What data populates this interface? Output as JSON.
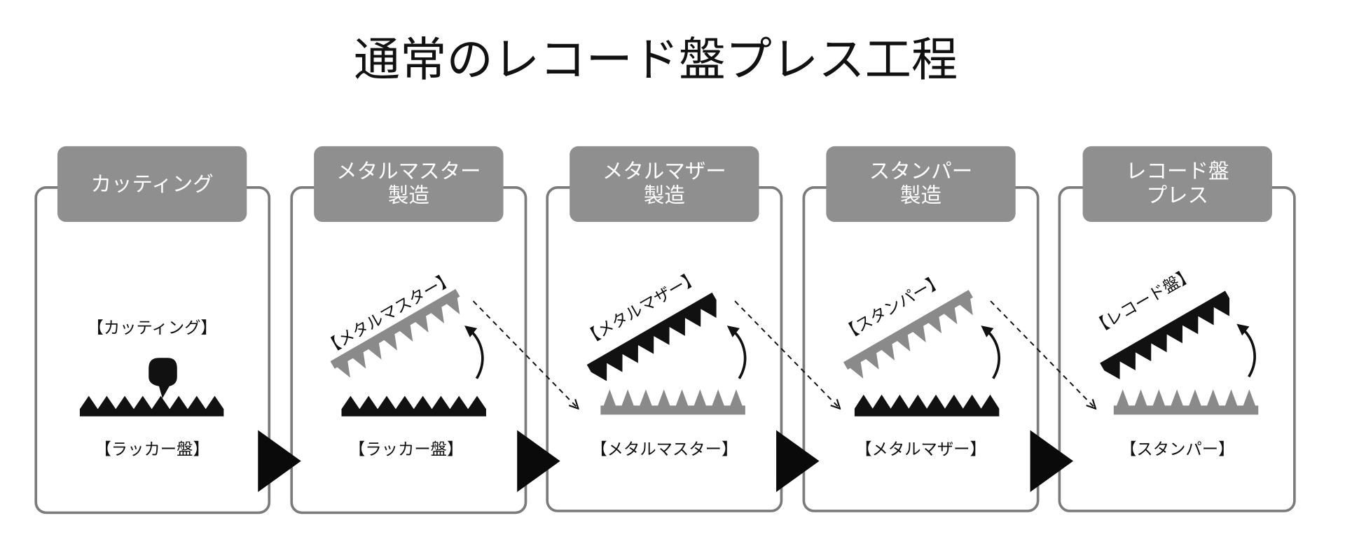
{
  "title": "通常のレコード盤プレス工程",
  "colors": {
    "panel_border": "#7b7b7b",
    "tab_fill": "#8f8f8f",
    "tab_text": "#ffffff",
    "gray_part": "#8a8a8a",
    "black_part": "#111111"
  },
  "steps": [
    {
      "header": [
        "カッティング"
      ],
      "top_label": "【カッティング】",
      "bottom_label": "【ラッカー盤】"
    },
    {
      "header": [
        "メタルマスター",
        "製造"
      ],
      "rotated_label": "【メタルマスター】",
      "bottom_label": "【ラッカー盤】"
    },
    {
      "header": [
        "メタルマザー",
        "製造"
      ],
      "rotated_label": "【メタルマザー】",
      "bottom_label": "【メタルマスター】"
    },
    {
      "header": [
        "スタンパー",
        "製造"
      ],
      "rotated_label": "【スタンパー】",
      "bottom_label": "【メタルマザー】"
    },
    {
      "header": [
        "レコード盤",
        "プレス"
      ],
      "rotated_label": "【レコード盤】",
      "bottom_label": "【スタンパー】"
    }
  ]
}
